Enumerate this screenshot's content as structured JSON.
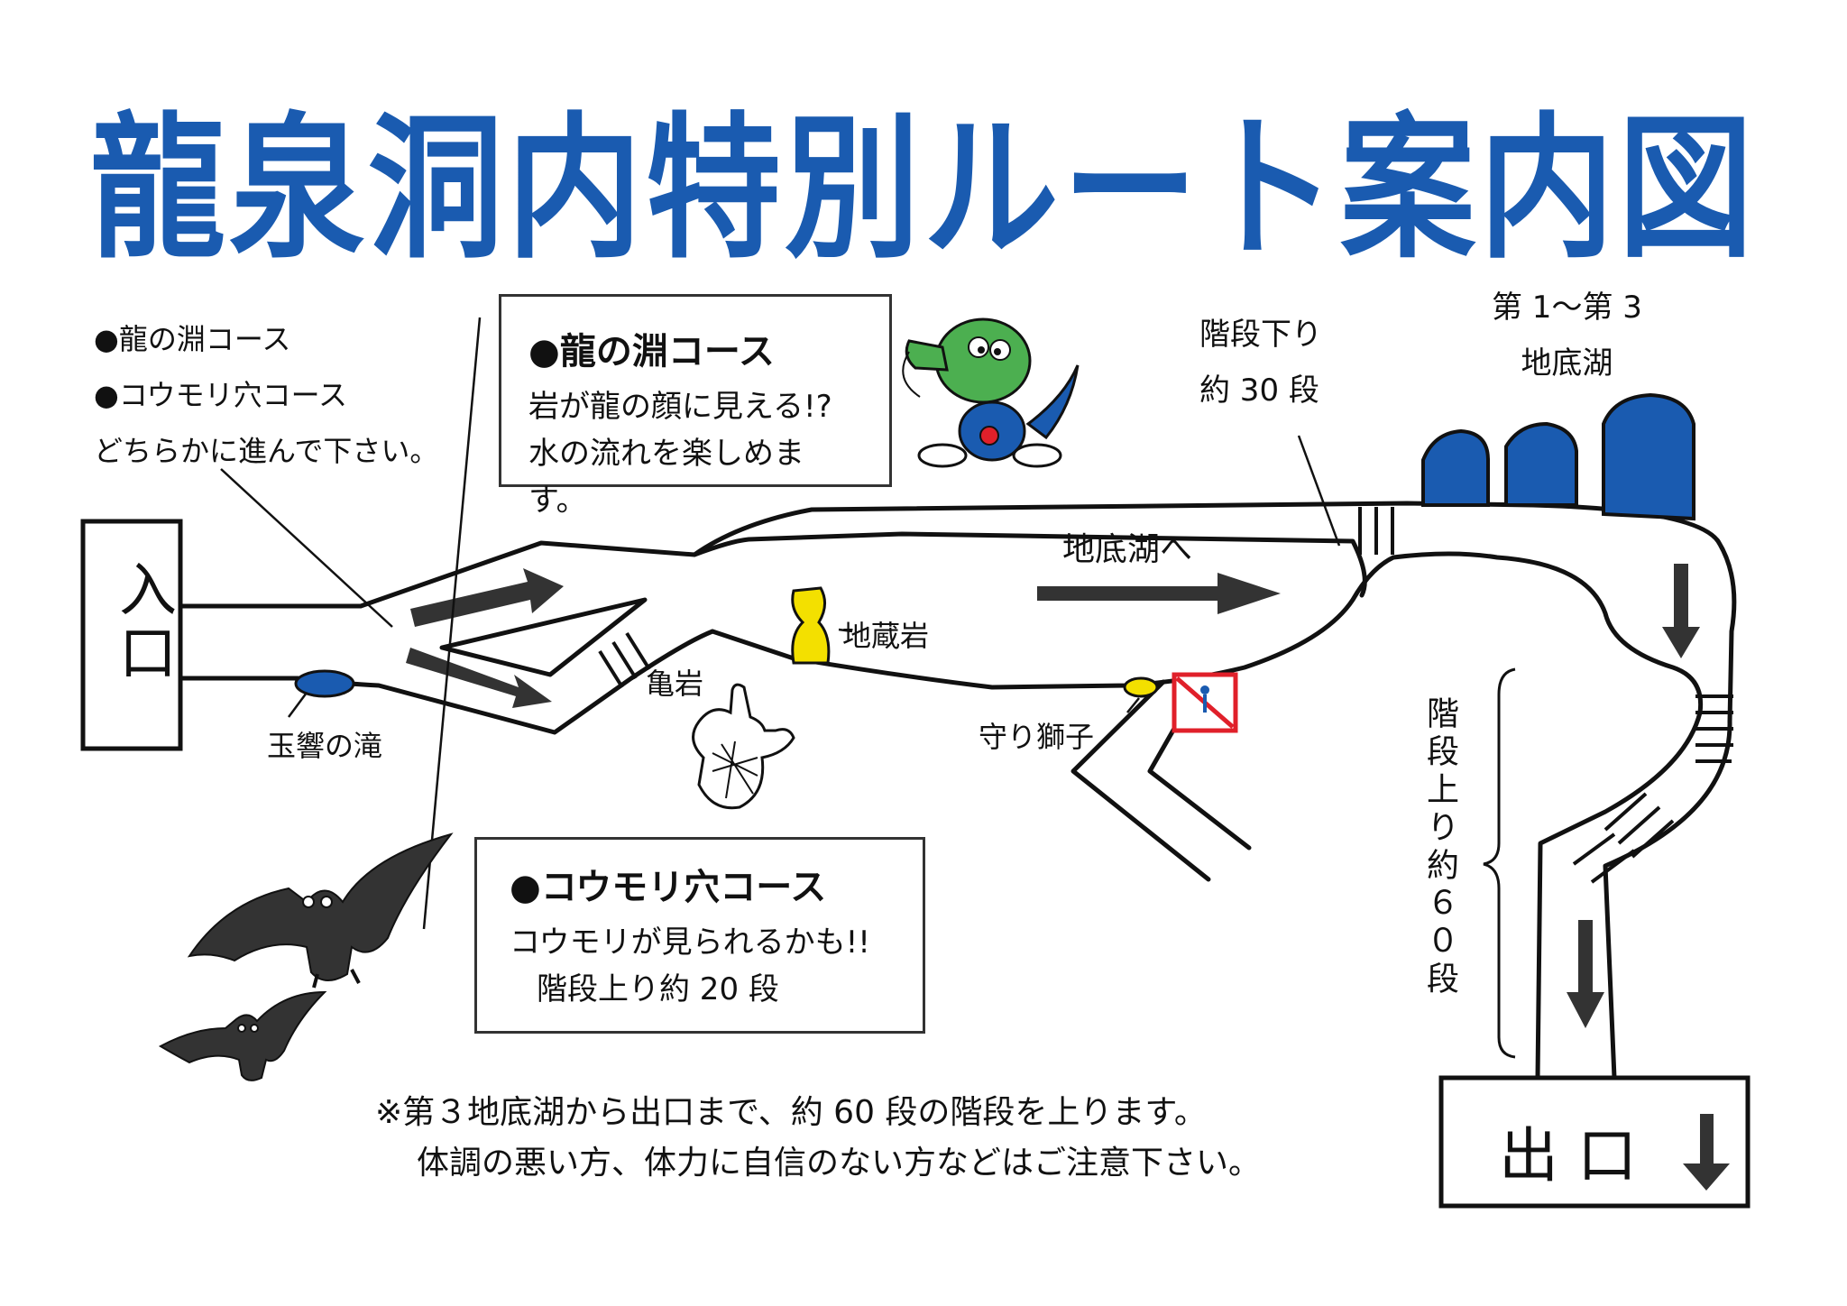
{
  "title": "龍泉洞内特別ルート案内図",
  "intro": {
    "line1": "●龍の淵コース",
    "line2": "●コウモリ穴コース",
    "line3": "どちらかに進んで下さい。"
  },
  "ryu_box": {
    "heading": "●龍の淵コース",
    "line1": "岩が龍の顔に見える!?",
    "line2": "水の流れを楽しめます。"
  },
  "bat_box": {
    "heading": "●コウモリ穴コース",
    "line1": "コウモリが見られるかも!!",
    "line2": "階段上り約 20 段"
  },
  "labels": {
    "entrance": "入口",
    "tamahibiki": "玉響の滝",
    "kameiwa": "亀岩",
    "jizoiwa": "地蔵岩",
    "mamorijishi": "守り獅子",
    "to_lake": "地底湖へ",
    "stairs_down_1": "階段下り",
    "stairs_down_2": "約 30 段",
    "lakes_1": "第 1～第 3",
    "lakes_2": "地底湖",
    "stairs_up": "階段上り約６０段",
    "exit": "出 口"
  },
  "notice": {
    "line1": "※第３地底湖から出口まで、約 60 段の階段を上ります。",
    "line2": "体調の悪い方、体力に自信のない方などはご注意下さい。"
  },
  "colors": {
    "title": "#1a5bb0",
    "lake": "#1a5bb0",
    "yellow": "#f3e000",
    "no_entry": "#e0202a"
  },
  "icons": {
    "dragon": "dragon-mascot-icon",
    "bat": "bat-icon",
    "no_entry": "no-entry-sign-icon",
    "turtle_rock": "turtle-rock-icon"
  }
}
